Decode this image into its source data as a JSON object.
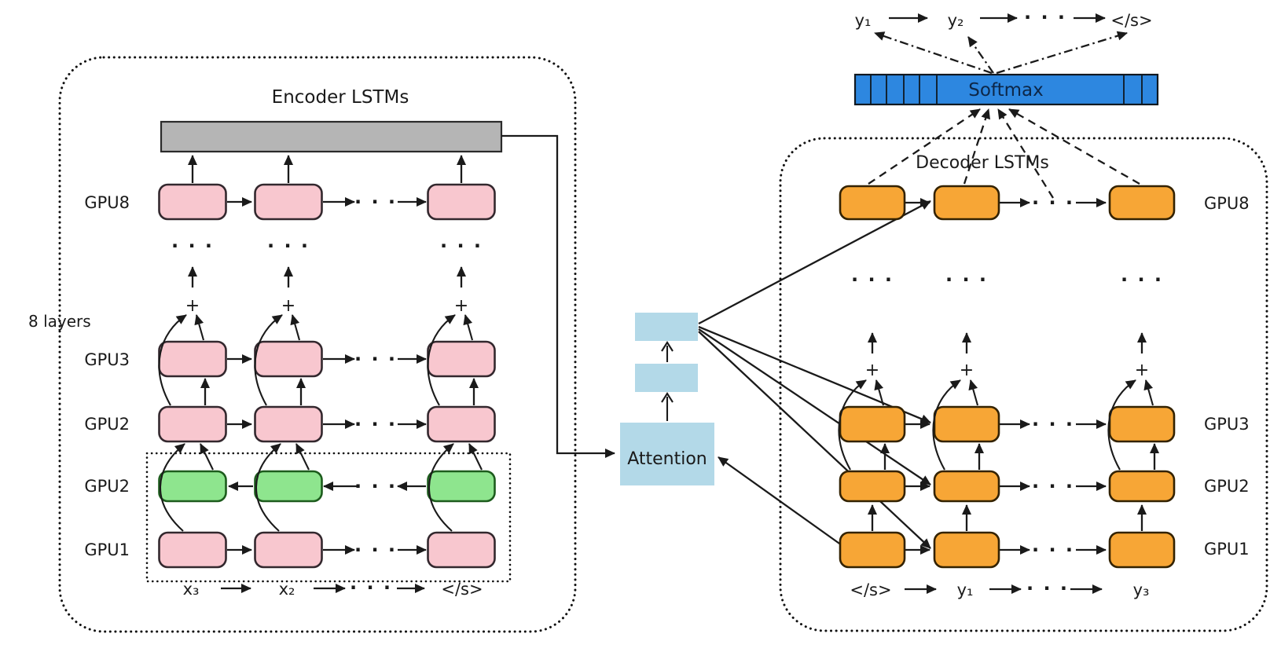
{
  "colors": {
    "pink": "#f8c7cf",
    "green": "#8ee58e",
    "orange": "#f7a636",
    "bar_gray": "#b5b5b5",
    "softmax_blue": "#2d87e0",
    "attention_blue": "#b3d9e8"
  },
  "encoder": {
    "title": "Encoder LSTMs",
    "layers_label": "8 layers",
    "gpu_labels": [
      "GPU8",
      "GPU3",
      "GPU2",
      "GPU2",
      "GPU1"
    ],
    "inputs": [
      "x₃",
      "x₂",
      "</s>"
    ]
  },
  "attention": {
    "label": "Attention"
  },
  "decoder": {
    "title": "Decoder LSTMs",
    "softmax_label": "Softmax",
    "gpu_labels": [
      "GPU8",
      "GPU3",
      "GPU2",
      "GPU1"
    ],
    "outputs": [
      "y₁",
      "y₂",
      "</s>"
    ],
    "inputs": [
      "</s>",
      "y₁",
      "y₃"
    ]
  },
  "tokens": {
    "plus": "+",
    "hdots": "· · ·"
  }
}
